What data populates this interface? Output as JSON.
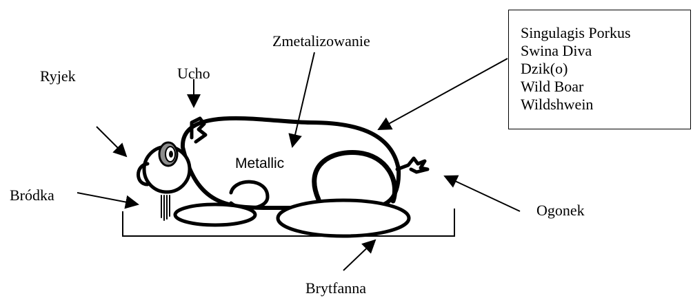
{
  "labels": {
    "zmetalizowanie": "Zmetalizowanie",
    "ucho": "Ucho",
    "ryjek": "Ryjek",
    "brodka": "Bródka",
    "ogonek": "Ogonek",
    "brytfanna": "Brytfanna",
    "metallic": "Metallic"
  },
  "names_box": {
    "lines": [
      "Singulagis Porkus",
      "Swina Diva",
      "Dzik(o)",
      "Wild Boar",
      "Wildshwein"
    ]
  },
  "colors": {
    "ink": "#000000",
    "background": "#ffffff",
    "eye_gray": "#8c8c8c"
  }
}
